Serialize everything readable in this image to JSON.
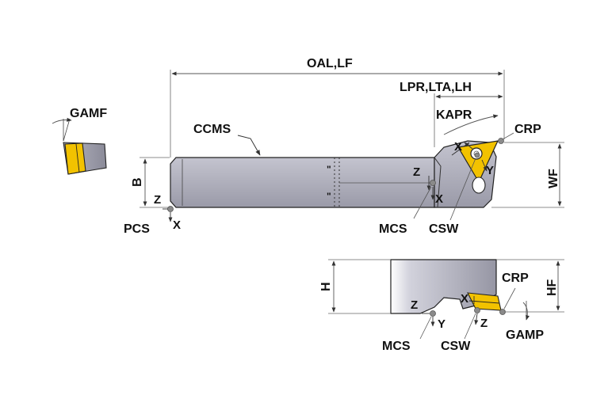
{
  "labels": {
    "oal": "OAL,LF",
    "lpr": "LPR,LTA,LH",
    "kapr": "KAPR",
    "crp": "CRP",
    "ccms": "CCMS",
    "gamf": "GAMF",
    "b": "B",
    "wf": "WF",
    "pcs": "PCS",
    "mcs": "MCS",
    "csw": "CSW",
    "h": "H",
    "hf": "HF",
    "gamp": "GAMP",
    "axis_x": "X",
    "axis_y": "Y",
    "axis_z": "Z",
    "quote_mark": "\""
  },
  "colors": {
    "body_light": "#c9c9d2",
    "body_dark": "#8f8f9c",
    "insert_yellow": "#f2c200",
    "insert_dark": "#b88e00",
    "outline": "#222222",
    "dimension_line": "#555555",
    "marker_gray": "#8a8a8a"
  }
}
